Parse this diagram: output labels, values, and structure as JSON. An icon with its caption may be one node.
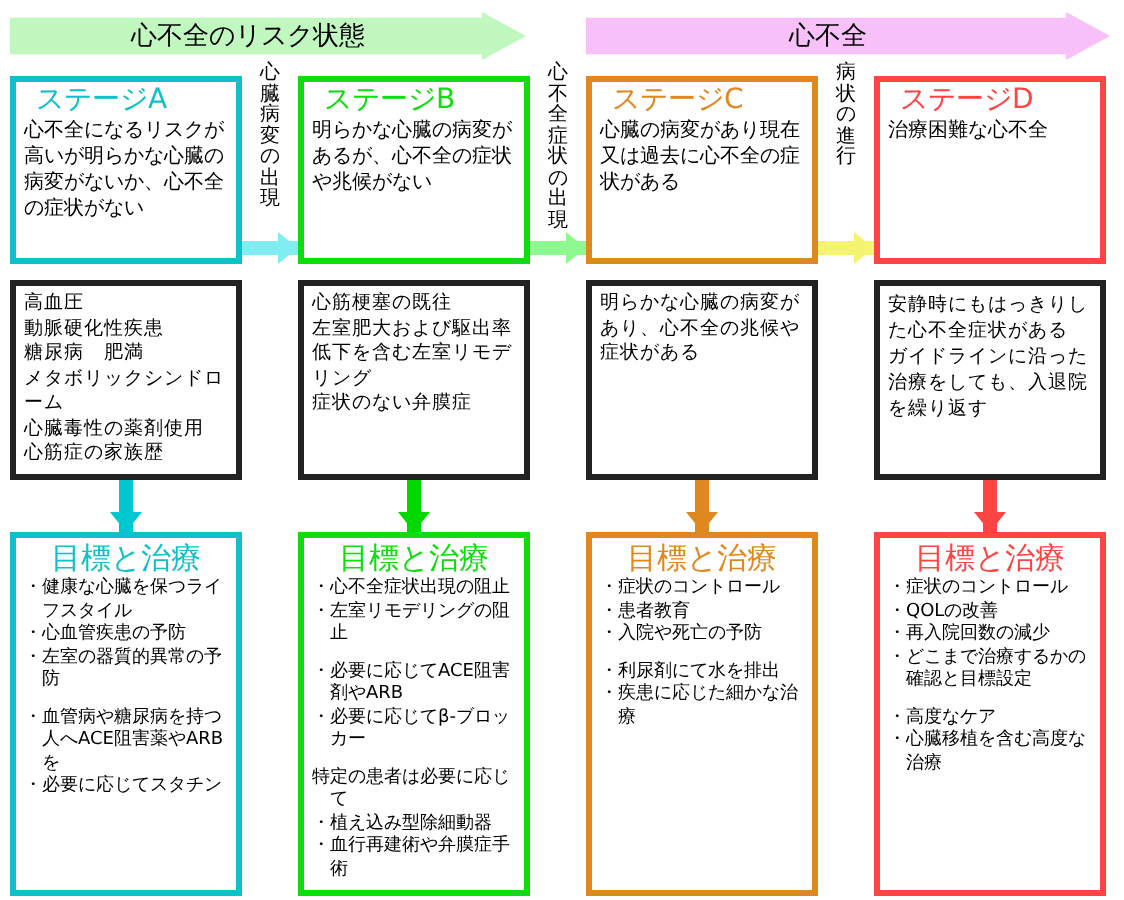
{
  "diagram": {
    "nodes": [
      {
        "text": [
          "心不全のリスク状態"
        ]
      },
      {
        "text": [
          "心不全"
        ]
      },
      {
        "text": [
          "ステージA",
          "心不全になるリスクが高いが明らかな心臓の病変がないか、心不全の症状がない"
        ]
      },
      {
        "text": [
          "ステージB",
          "明らかな心臓の病変があるが、心不全の症状や兆候がない"
        ]
      },
      {
        "text": [
          "ステージC",
          "心臓の病変があり現在又は過去に心不全の症状がある"
        ]
      },
      {
        "text": [
          "ステージD",
          "治療困難な心不全"
        ]
      },
      {
        "text": [
          "高血圧",
          "動脈硬化性疾患",
          "糖尿病　肥満",
          "メタボリックシンドローム",
          "心臓毒性の薬剤使用",
          "心筋症の家族歴"
        ]
      },
      {
        "text": [
          "心筋梗塞の既往",
          "左室肥大および駆出率低下を含む左室リモデリング",
          "症状のない弁膜症"
        ]
      },
      {
        "text": [
          "明らかな心臓の病変があり、心不全の兆候や症状がある"
        ]
      },
      {
        "text": [
          "安静時にもはっきりした心不全症状がある",
          "ガイドラインに沿った治療をしても、入退院を繰り返す"
        ]
      },
      {
        "text": [
          "目標と治療",
          "・健康な心臓を保つライフスタイル",
          "・心血管疾患の予防",
          "・左室の器質的異常の予防",
          "・血管病や糖尿病を持つ人へACE阻害薬やARBを",
          "・必要に応じてスタチン"
        ]
      },
      {
        "text": [
          "目標と治療",
          "・心不全症状出現の阻止",
          "・左室リモデリングの阻止",
          "・必要に応じてACE阻害剤やARB",
          "・必要に応じてβ-ブロッカー",
          "特定の患者は必要に応じて",
          "・植え込み型除細動器",
          "・血行再建術や弁膜症手術"
        ]
      },
      {
        "text": [
          "目標と治療",
          "・症状のコントロール",
          "・患者教育",
          "・入院や死亡の予防",
          "・利尿剤にて水を排出",
          "・疾患に応じた細かな治療"
        ]
      },
      {
        "text": [
          "目標と治療",
          "・症状のコントロール",
          "・QOLの改善",
          "・再入院回数の減少",
          "・どこまで治療するかの確認と目標設定",
          "・高度なケア",
          "・心臓移植を含む高度な治療"
        ]
      }
    ],
    "edges": [
      {
        "from": 2,
        "to": 3,
        "arrow": "to",
        "label": "心臓病変の出現",
        "color": "#80eef0"
      },
      {
        "from": 3,
        "to": 4,
        "arrow": "to",
        "label": "心不全症状の出現",
        "color": "#90f890"
      },
      {
        "from": 4,
        "to": 5,
        "arrow": "to",
        "label": "病状の進行",
        "color": "#f4f470"
      },
      {
        "from": 6,
        "to": 10,
        "arrow": "to",
        "color": "#00c8d0"
      },
      {
        "from": 7,
        "to": 11,
        "arrow": "to",
        "color": "#00d800"
      },
      {
        "from": 8,
        "to": 12,
        "arrow": "to",
        "color": "#e08820"
      },
      {
        "from": 9,
        "to": 13,
        "arrow": "to",
        "color": "#ff4444"
      }
    ]
  }
}
